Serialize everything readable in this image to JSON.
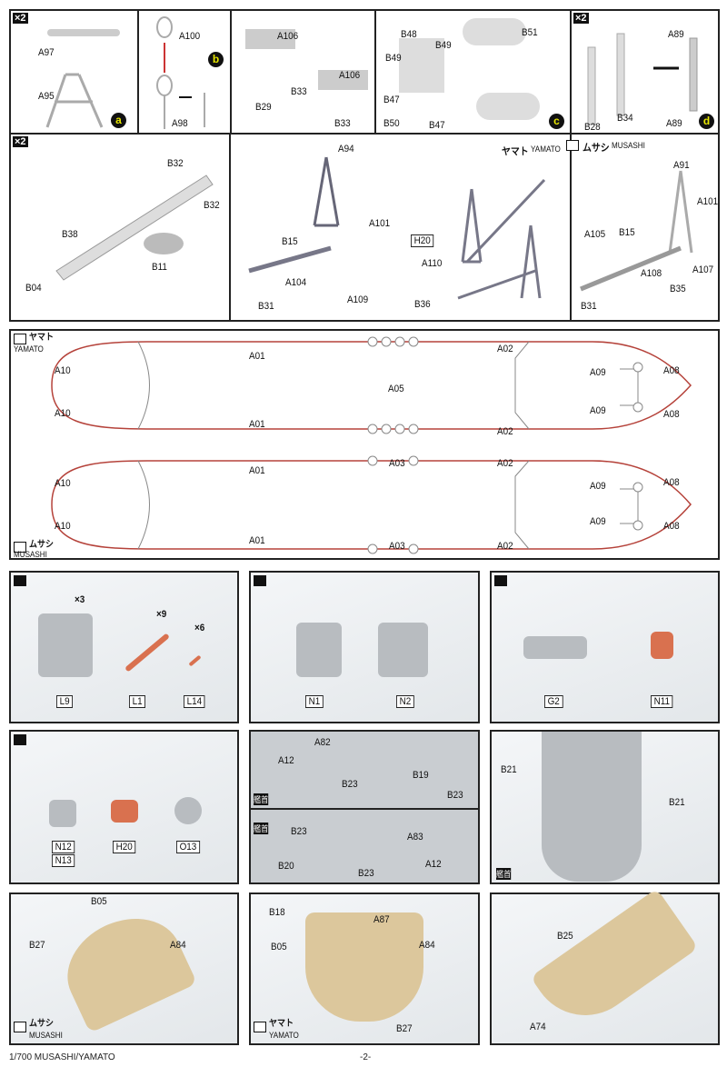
{
  "row1": {
    "p1": {
      "mult": "×2",
      "labels": [
        "A97",
        "A95"
      ],
      "badge": "a"
    },
    "p2": {
      "labels": [
        "A100",
        "A98"
      ],
      "badge": "b"
    },
    "p3": {
      "labels": [
        "A106",
        "A106",
        "B33",
        "B29",
        "B33"
      ]
    },
    "p4": {
      "labels": [
        "B48",
        "B49",
        "B49",
        "B51",
        "B47",
        "B50",
        "B47"
      ],
      "badge": "c"
    },
    "p5": {
      "mult": "×2",
      "labels": [
        "A89",
        "B28",
        "B34",
        "A89"
      ],
      "badge": "d"
    }
  },
  "row2": {
    "p1": {
      "mult": "×2",
      "labels": [
        "B32",
        "B32",
        "B38",
        "B11",
        "B04"
      ]
    },
    "p2": {
      "labels": [
        "A94",
        "A101",
        "B15",
        "H20",
        "A110",
        "A104",
        "A109",
        "B36",
        "B31"
      ],
      "yamato_jp": "ヤマト",
      "yamato": "YAMATO",
      "musashi_jp": "ムサシ",
      "musashi": "MUSASHI"
    },
    "p3": {
      "labels": [
        "A91",
        "A101",
        "A105",
        "B15",
        "A108",
        "A107",
        "B35",
        "B31"
      ]
    }
  },
  "hull": {
    "yamato_jp": "ヤマト",
    "yamato": "YAMATO",
    "musashi_jp": "ムサシ",
    "musashi": "MUSASHI",
    "h1": [
      "A10",
      "A10",
      "A01",
      "A01",
      "A05",
      "A02",
      "A02",
      "A09",
      "A09",
      "A08",
      "A08"
    ],
    "h2": [
      "A10",
      "A10",
      "A01",
      "A01",
      "A03",
      "A03",
      "A02",
      "A02",
      "A09",
      "A09",
      "A08",
      "A08"
    ]
  },
  "photos": {
    "a1": {
      "mults": [
        "×3",
        "×9",
        "×6"
      ],
      "labels": [
        "L9",
        "L1",
        "L14"
      ]
    },
    "a2": {
      "labels": [
        "N1",
        "N2"
      ]
    },
    "a3": {
      "labels": [
        "G2",
        "N11"
      ]
    },
    "b1": {
      "labels": [
        "N12",
        "N13",
        "H20",
        "O13"
      ]
    },
    "b2": {
      "labels": [
        "A82",
        "A12",
        "B23",
        "B19",
        "B23",
        "B23",
        "A83",
        "B20",
        "B23",
        "A12"
      ],
      "bow": "艦首"
    },
    "b3": {
      "labels": [
        "B21",
        "B21"
      ],
      "bow": "艦首"
    },
    "c1": {
      "labels": [
        "B05",
        "B27",
        "A84"
      ],
      "jp": "ムサシ",
      "en": "MUSASHI"
    },
    "c2": {
      "labels": [
        "B18",
        "A87",
        "B05",
        "A84",
        "B27"
      ],
      "jp": "ヤマト",
      "en": "YAMATO"
    },
    "c3": {
      "labels": [
        "B25",
        "A74"
      ]
    }
  },
  "footer": {
    "title": "1/700 MUSASHI/YAMATO",
    "page": "-2-"
  },
  "colors": {
    "hull_line": "#b5423a",
    "accent_badge": "#e6e600",
    "part_orange": "#d9714f"
  }
}
